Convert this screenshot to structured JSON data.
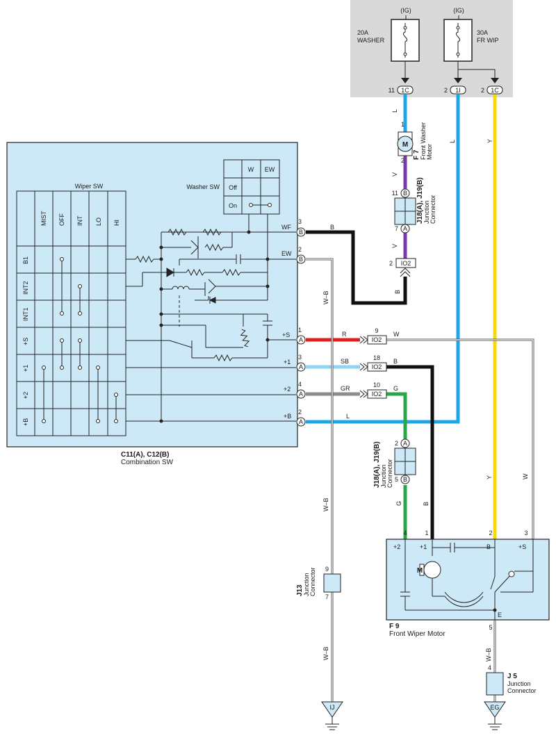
{
  "fuse_box": {
    "washer_fuse": {
      "supply": "(IG)",
      "rating": "20A",
      "name": "WASHER"
    },
    "wiper_fuse": {
      "supply": "(IG)",
      "rating": "30A",
      "name": "FR WIP"
    },
    "pins": [
      {
        "num": "11",
        "conn": "1C"
      },
      {
        "num": "2",
        "conn": "1I"
      },
      {
        "num": "2",
        "conn": "1C"
      }
    ]
  },
  "washer_motor": {
    "code": "F 7",
    "desc1": "Front Washer",
    "desc2": "Motor",
    "symbol": "M",
    "pin_top": "1",
    "pin_bottom": "2"
  },
  "junction_top": {
    "code": "J18(A), J19(B)",
    "desc1": "Junction",
    "desc2": "Connector",
    "pin_top": "11",
    "conn_top": "B",
    "pin_bottom": "7",
    "conn_bottom": "A"
  },
  "io2_top": {
    "pin": "2",
    "label": "IO2"
  },
  "combination_sw": {
    "code": "C11(A), C12(B)",
    "name": "Combination SW",
    "wiper_title": "Wiper SW",
    "columns": [
      "MIST",
      "OFF",
      "INT",
      "LO",
      "HI"
    ],
    "rows": [
      "B1",
      "INT2",
      "INT1",
      "+S",
      "+1",
      "+2",
      "+B"
    ],
    "washer_title": "Washer SW",
    "washer_columns": [
      "W",
      "EW"
    ],
    "washer_rows": [
      "Off",
      "On"
    ],
    "terminals": [
      {
        "name": "WF",
        "pin": "3",
        "conn": "B"
      },
      {
        "name": "EW",
        "pin": "2",
        "conn": "B"
      },
      {
        "name": "+S",
        "pin": "1",
        "conn": "A"
      },
      {
        "name": "+1",
        "pin": "3",
        "conn": "A"
      },
      {
        "name": "+2",
        "pin": "4",
        "conn": "A"
      },
      {
        "name": "+B",
        "pin": "2",
        "conn": "A"
      }
    ]
  },
  "wires": {
    "wf": "B",
    "ew": "W–B",
    "s": "R",
    "one": "SB",
    "two": "GR",
    "b": "L",
    "l_top": "L",
    "l_mid": "L",
    "y_top": "Y",
    "y_mid": "Y",
    "v1": "V",
    "v2": "V",
    "b_io2": "B",
    "s_out": "W",
    "one_out": "B",
    "two_out": "G",
    "w_right": "W",
    "g_low": "G",
    "b_low": "B",
    "wb_mid": "W–B",
    "wb_low": "W–B",
    "wb_right": "W–B"
  },
  "io2_connectors": [
    {
      "pin": "9",
      "label": "IO2"
    },
    {
      "pin": "18",
      "label": "IO2"
    },
    {
      "pin": "10",
      "label": "IO2"
    }
  ],
  "junction_mid": {
    "code": "J18(A), J19(B)",
    "desc1": "Junction",
    "desc2": "Connector",
    "pin_top": "2",
    "conn_top": "A",
    "pin_bottom": "5",
    "conn_bottom": "B"
  },
  "junction_j13": {
    "code": "J13",
    "desc1": "Junction",
    "desc2": "Connector",
    "pin_top": "9",
    "pin_bottom": "7"
  },
  "wiper_motor": {
    "code": "F 9",
    "name": "Front Wiper Motor",
    "symbol": "M",
    "terminals": [
      "+2",
      "+1",
      "B",
      "+S",
      "E"
    ],
    "pins": [
      "4",
      "1",
      "2",
      "3",
      "5"
    ]
  },
  "junction_j5": {
    "code": "J 5",
    "desc1": "Junction",
    "desc2": "Connector",
    "pin": "4"
  },
  "grounds": [
    "IJ",
    "EG"
  ],
  "colors": {
    "L": "#1ea6e8",
    "Y": "#f5d90a",
    "V": "#7b3aa8",
    "B": "#111111",
    "R": "#e02020",
    "SB": "#8fd4f0",
    "GR": "#8c8c8c",
    "G": "#2aa64a",
    "panel": "#cde8f7",
    "fusebox": "#d9d9d9"
  }
}
